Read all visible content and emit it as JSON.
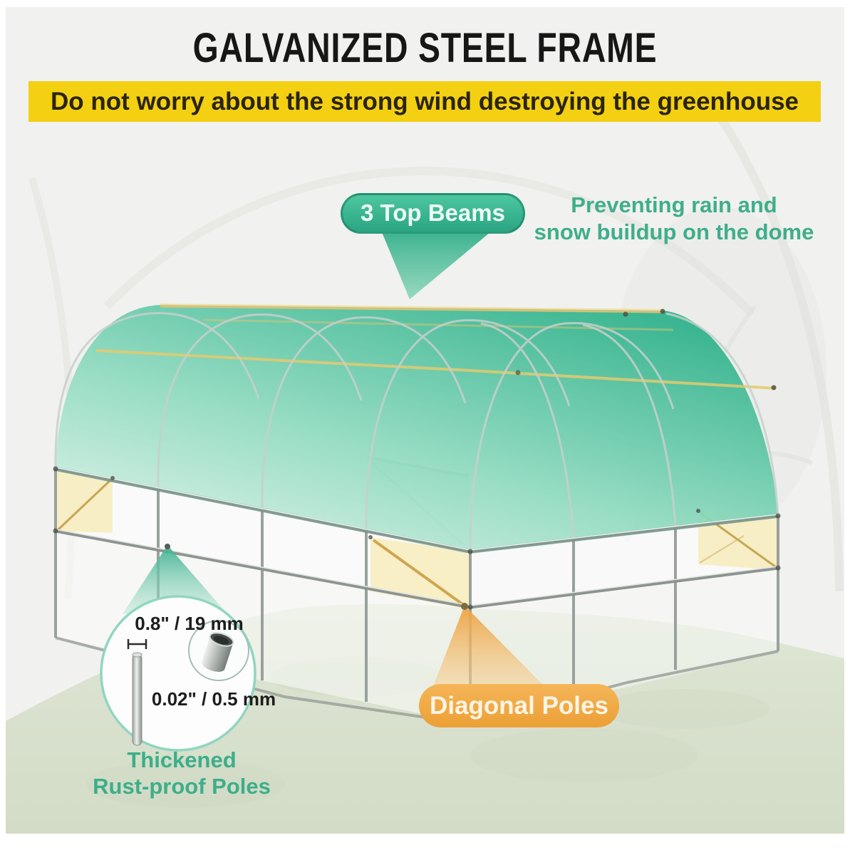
{
  "header": {
    "title": "GALVANIZED STEEL FRAME",
    "banner": "Do not worry about the strong wind destroying the greenhouse"
  },
  "callouts": {
    "top_beams": {
      "label": "3 Top Beams",
      "line1": "Preventing rain and",
      "line2": "snow buildup on the dome"
    },
    "pole_detail": {
      "diameter": "0.8\" / 19 mm",
      "thickness": "0.02\" / 0.5 mm",
      "caption_line1": "Thickened",
      "caption_line2": "Rust-proof Poles"
    },
    "diagonal_poles": {
      "label": "Diagonal Poles"
    }
  },
  "colors": {
    "banner_bg": "#f3d012",
    "green_accent": "#3fae8b",
    "pill_green": "#35b28c",
    "pill_orange": "#f0a843",
    "cover_teal": "#2fb28b",
    "panel_yellow": "#f7edc2",
    "grass": "#d6dfcb"
  }
}
